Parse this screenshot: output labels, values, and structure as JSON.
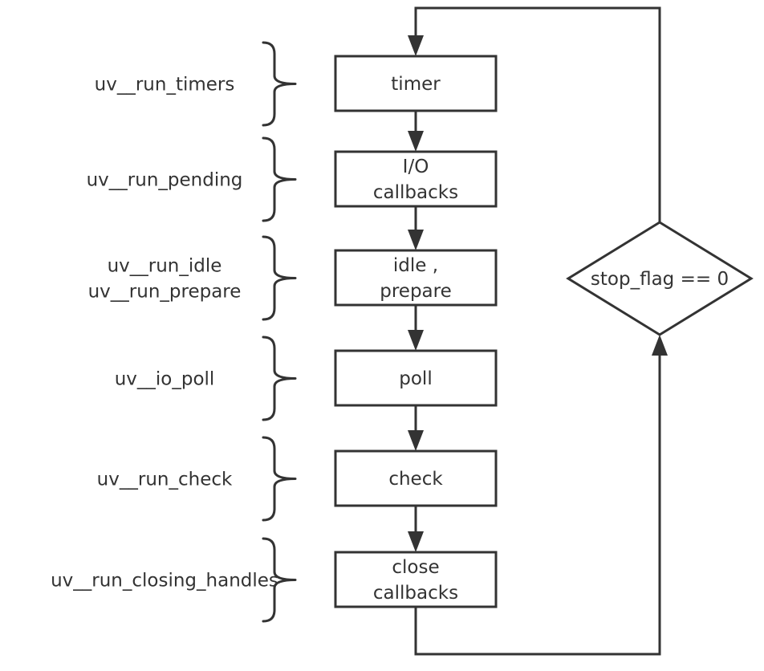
{
  "stages": [
    {
      "id": "timer",
      "lines": [
        "timer"
      ],
      "functions": [
        "uv__run_timers"
      ]
    },
    {
      "id": "io-callbacks",
      "lines": [
        "I/O",
        "callbacks"
      ],
      "functions": [
        "uv__run_pending"
      ]
    },
    {
      "id": "idle-prepare",
      "lines": [
        "idle ,",
        "prepare"
      ],
      "functions": [
        "uv__run_idle",
        "uv__run_prepare"
      ]
    },
    {
      "id": "poll",
      "lines": [
        "poll"
      ],
      "functions": [
        "uv__io_poll"
      ]
    },
    {
      "id": "check",
      "lines": [
        "check"
      ],
      "functions": [
        "uv__run_check"
      ]
    },
    {
      "id": "close-callbacks",
      "lines": [
        "close",
        "callbacks"
      ],
      "functions": [
        "uv__run_closing_handles"
      ]
    }
  ],
  "decision": {
    "label": "stop_flag == 0"
  },
  "colors": {
    "stroke": "#333333",
    "text": "#333333",
    "background": "#ffffff"
  }
}
